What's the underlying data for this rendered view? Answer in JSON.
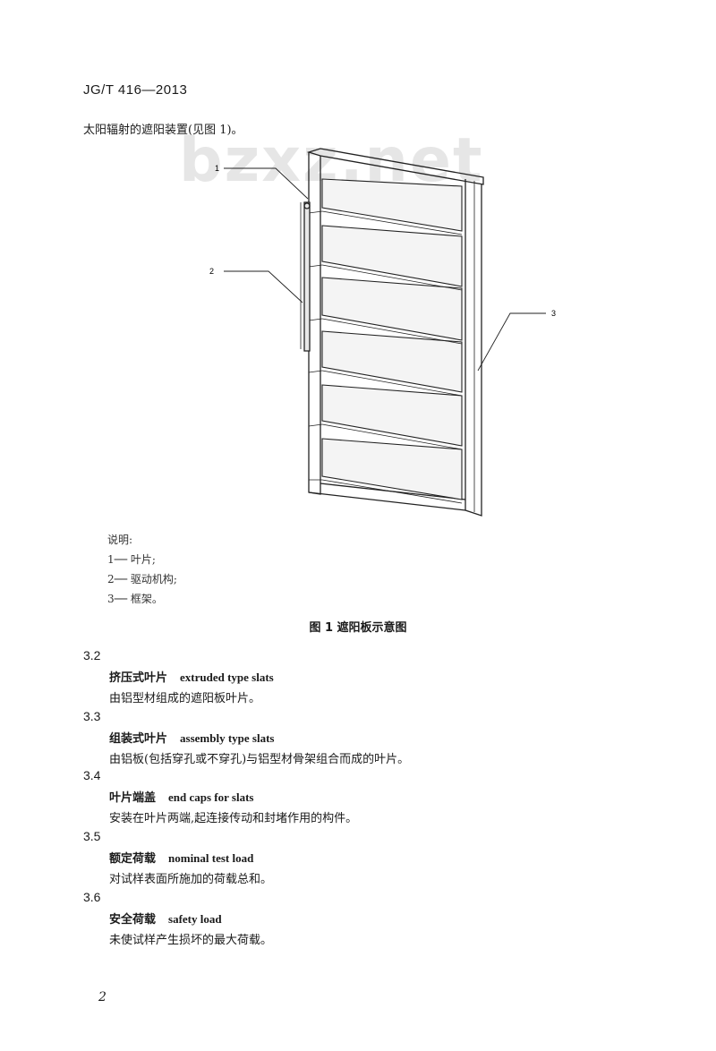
{
  "header": {
    "standard": "JG/T 416—2013"
  },
  "intro_text": "太阳辐射的遮阳装置(见图 1)。",
  "watermark": "bzxz.net",
  "figure": {
    "callouts": [
      "1",
      "2",
      "3"
    ],
    "legend_title": "说明:",
    "legend_items": [
      "1── 叶片;",
      "2── 驱动机构;",
      "3── 框架。"
    ],
    "caption": "图 1  遮阳板示意图"
  },
  "clauses": [
    {
      "num": "3.2",
      "term_zh": "挤压式叶片",
      "term_en": "extruded type slats",
      "definition": "由铝型材组成的遮阳板叶片。"
    },
    {
      "num": "3.3",
      "term_zh": "组装式叶片",
      "term_en": "assembly type slats",
      "definition": "由铝板(包括穿孔或不穿孔)与铝型材骨架组合而成的叶片。"
    },
    {
      "num": "3.4",
      "term_zh": "叶片端盖",
      "term_en": "end caps for slats",
      "definition": "安装在叶片两端,起连接传动和封堵作用的构件。"
    },
    {
      "num": "3.5",
      "term_zh": "额定荷载",
      "term_en": "nominal test load",
      "definition": "对试样表面所施加的荷载总和。"
    },
    {
      "num": "3.6",
      "term_zh": "安全荷载",
      "term_en": "safety load",
      "definition": "未使试样产生损坏的最大荷载。"
    }
  ],
  "page_number": "2"
}
